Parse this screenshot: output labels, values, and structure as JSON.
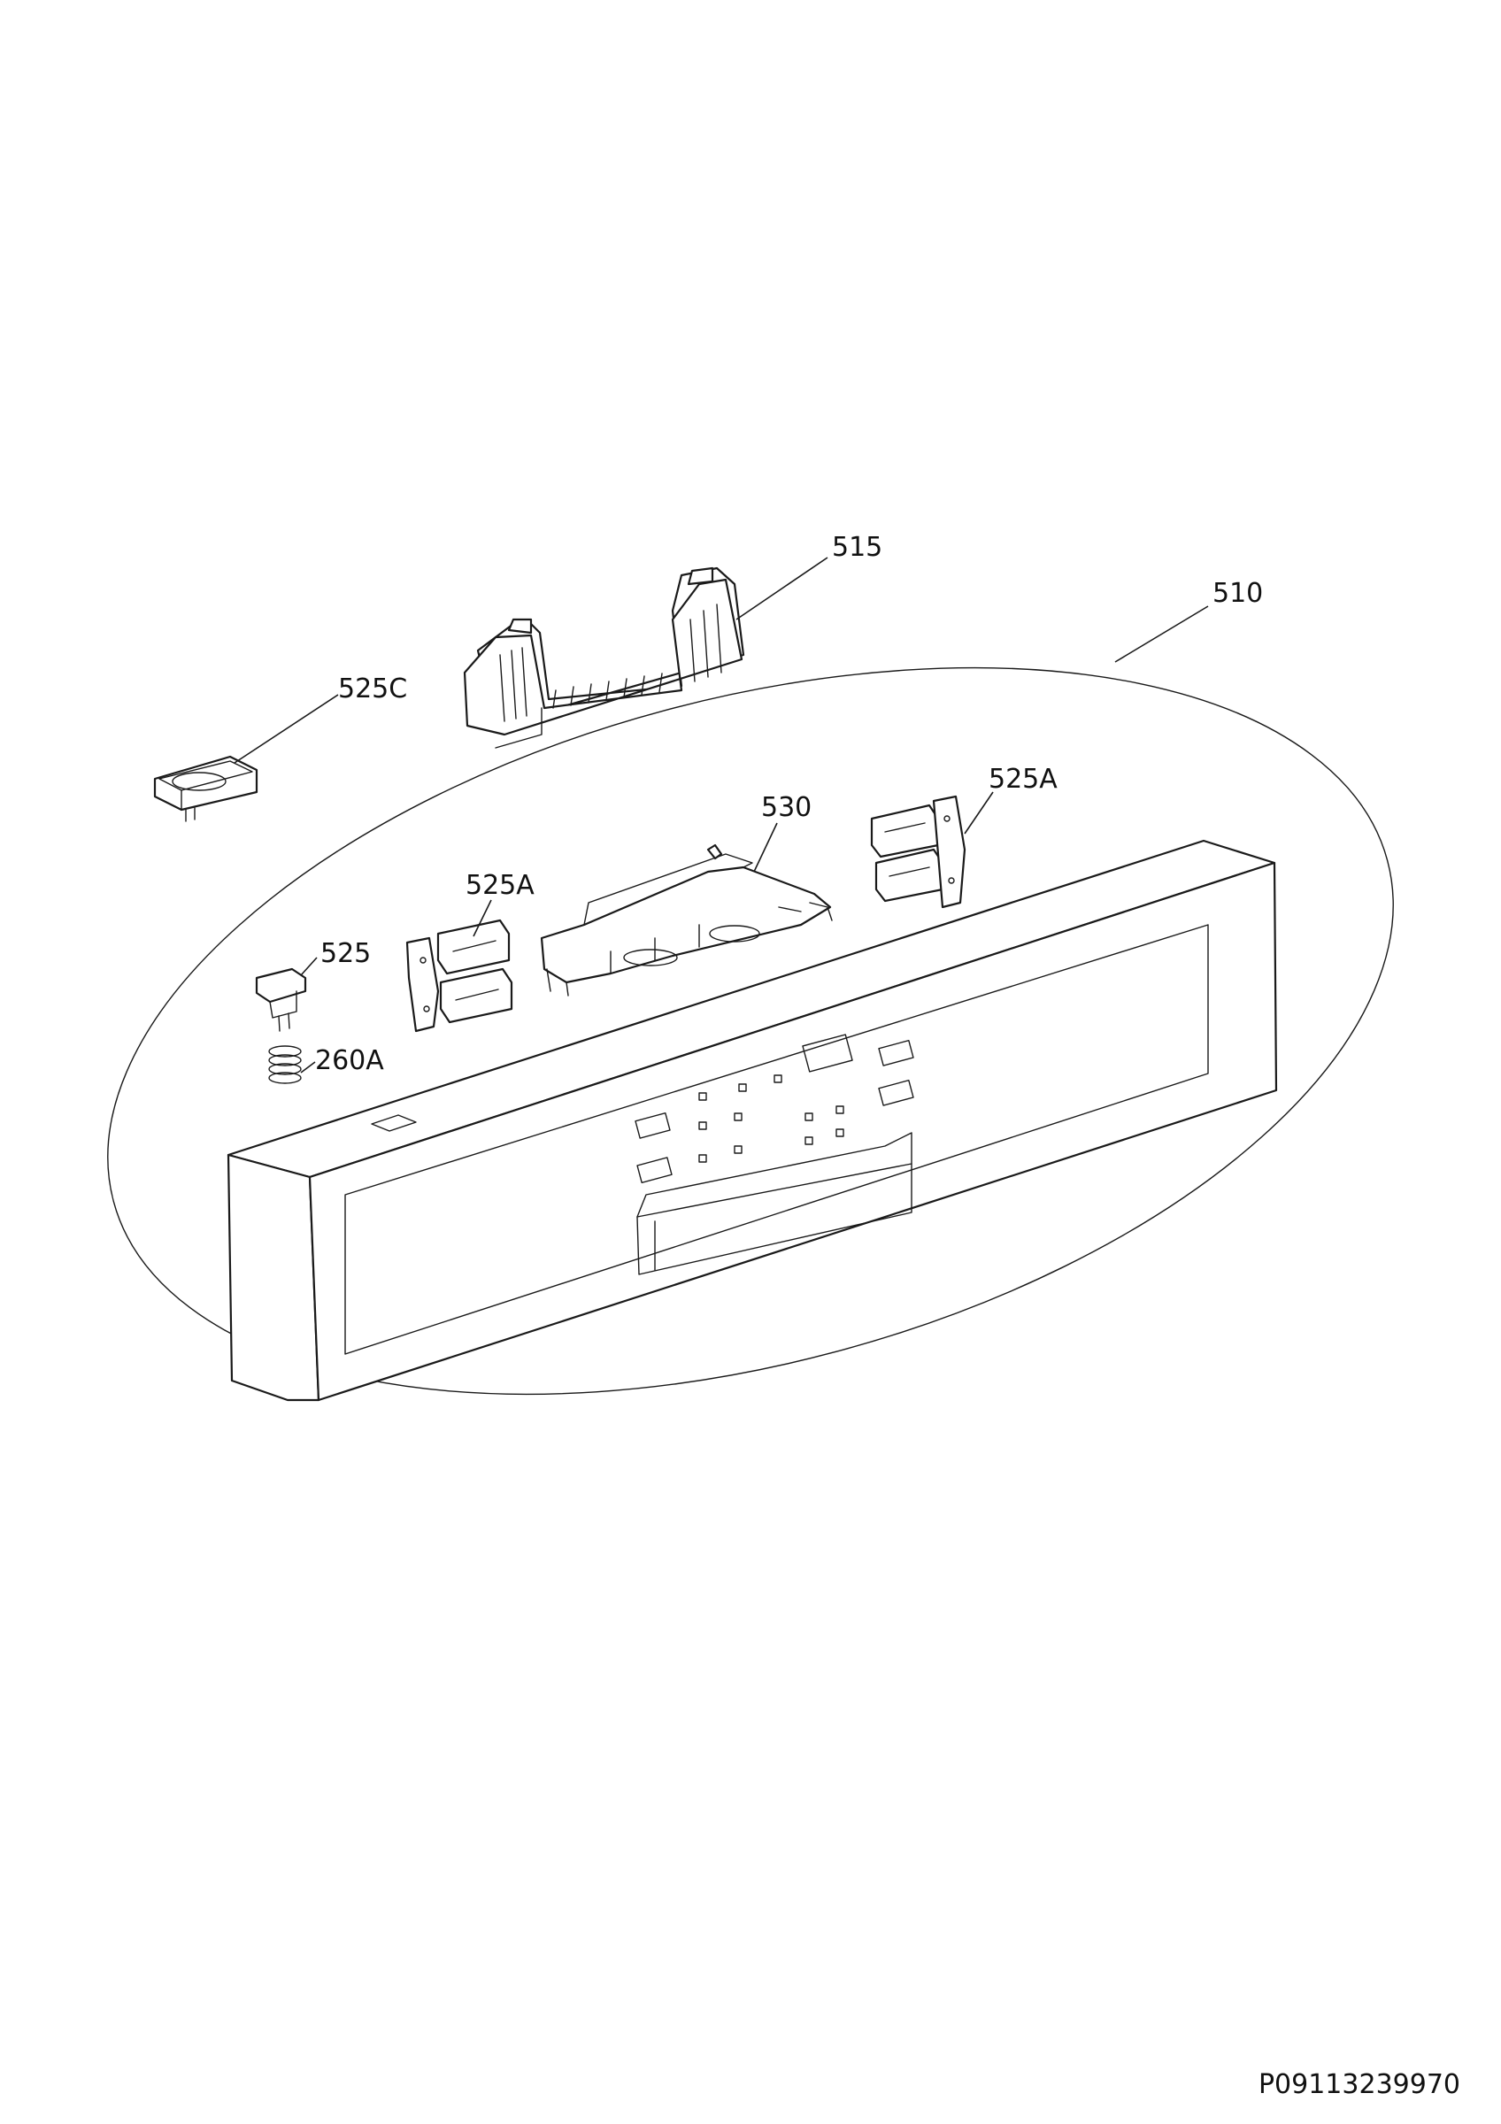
{
  "diagram": {
    "document_id": "P09113239970",
    "callouts": [
      {
        "id": "c-515",
        "label": "515"
      },
      {
        "id": "c-510",
        "label": "510"
      },
      {
        "id": "c-525c",
        "label": "525C"
      },
      {
        "id": "c-525a-right",
        "label": "525A"
      },
      {
        "id": "c-530",
        "label": "530"
      },
      {
        "id": "c-525a-left",
        "label": "525A"
      },
      {
        "id": "c-525",
        "label": "525"
      },
      {
        "id": "c-260a",
        "label": "260A"
      }
    ]
  }
}
